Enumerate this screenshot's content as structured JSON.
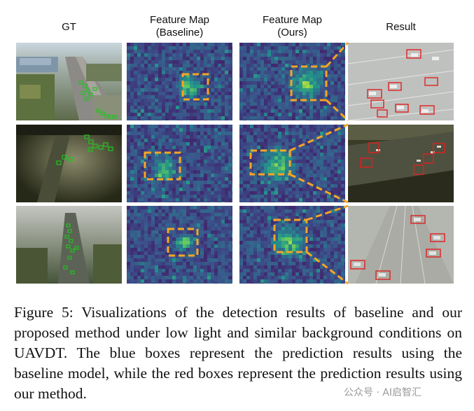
{
  "figure": {
    "column_headers": [
      "GT",
      "Feature Map\n(Baseline)",
      "Feature Map\n(Ours)",
      "Result"
    ],
    "colors": {
      "highlight_box": "#f5a623",
      "gt_box": "#22c322",
      "result_box": "#e02020",
      "feature_low": "#3b1a66",
      "feature_mid": "#2b7f8e",
      "feature_high": "#7ad151"
    }
  },
  "caption": {
    "text": "Figure 5: Visualizations of the detection results of baseline and our proposed method under low light and similar background conditions on UAVDT. The blue boxes represent the prediction results using the baseline model, while the red boxes represent the prediction results using our method."
  },
  "watermark": {
    "text": "公众号 · AI启智汇"
  }
}
